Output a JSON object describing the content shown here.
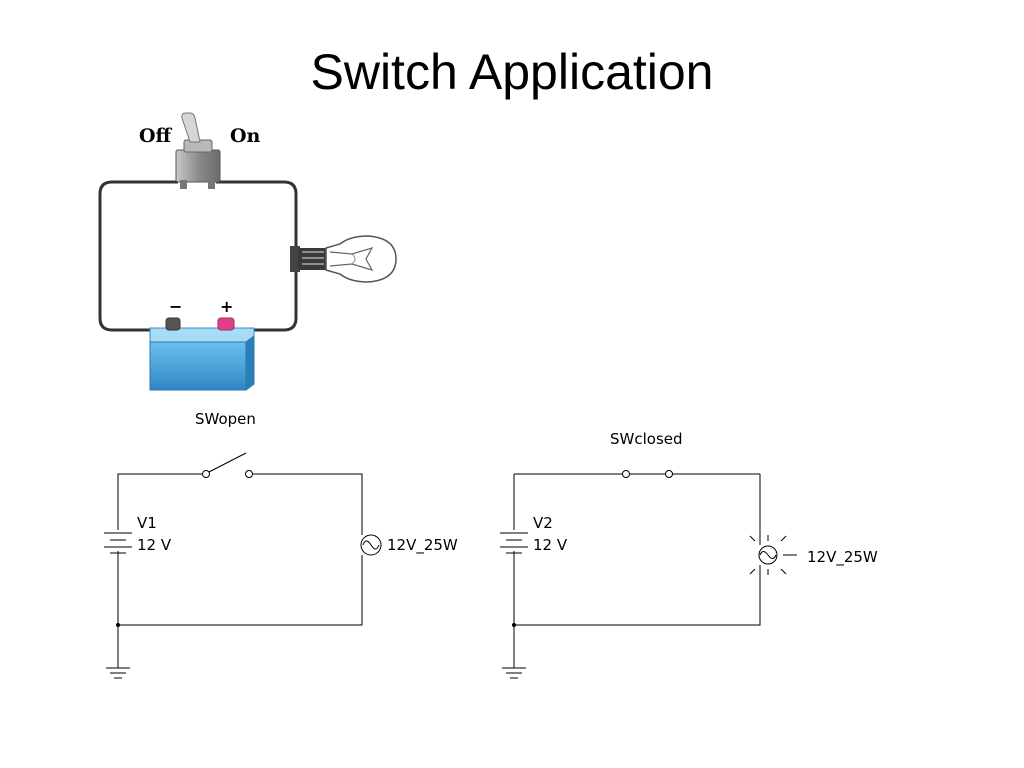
{
  "title": "Switch Application",
  "pictorial": {
    "switch_off_label": "Off",
    "switch_on_label": "On",
    "battery_minus_label": "−",
    "battery_plus_label": "+"
  },
  "schematic_open": {
    "switch_label": "SWopen",
    "source_name": "V1",
    "source_value": "12 V",
    "lamp_label": "12V_25W"
  },
  "schematic_closed": {
    "switch_label": "SWclosed",
    "source_name": "V2",
    "source_value": "12 V",
    "lamp_label": "12V_25W"
  },
  "colors": {
    "battery": "#4aa6dc",
    "battery_top": "#8fcff0",
    "wire": "#333333",
    "plus_terminal": "#e0408a",
    "switch_body": "#9a9a9a"
  }
}
